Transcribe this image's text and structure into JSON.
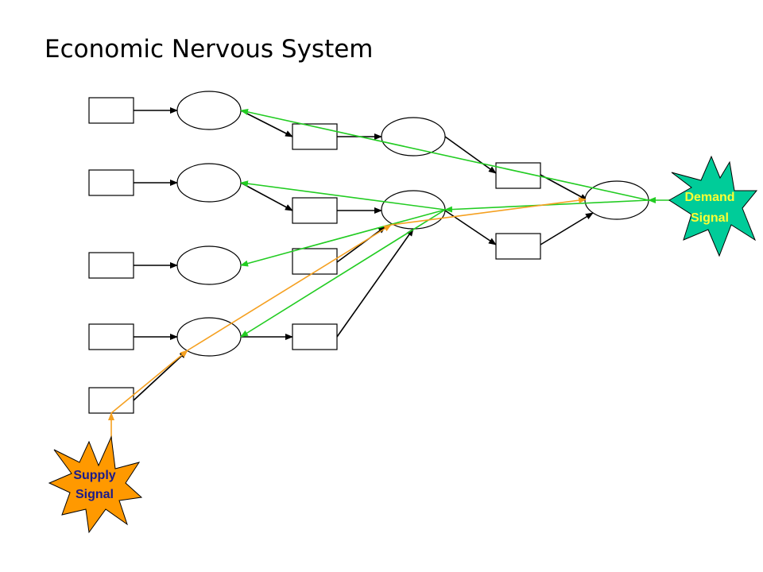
{
  "title": "Economic Nervous System",
  "signals": {
    "supply": {
      "line1": "Supply",
      "line2": "Signal",
      "fill": "#ff9900",
      "text_color": "#1a1a8c"
    },
    "demand": {
      "line1": "Demand",
      "line2": "Signal",
      "fill": "#00cc99",
      "text_color": "#ffff33"
    }
  },
  "colors": {
    "flow": "#000000",
    "demand_signal": "#22cc22",
    "supply_signal": "#f5a020",
    "node_stroke": "#000000",
    "node_fill": "#ffffff"
  }
}
